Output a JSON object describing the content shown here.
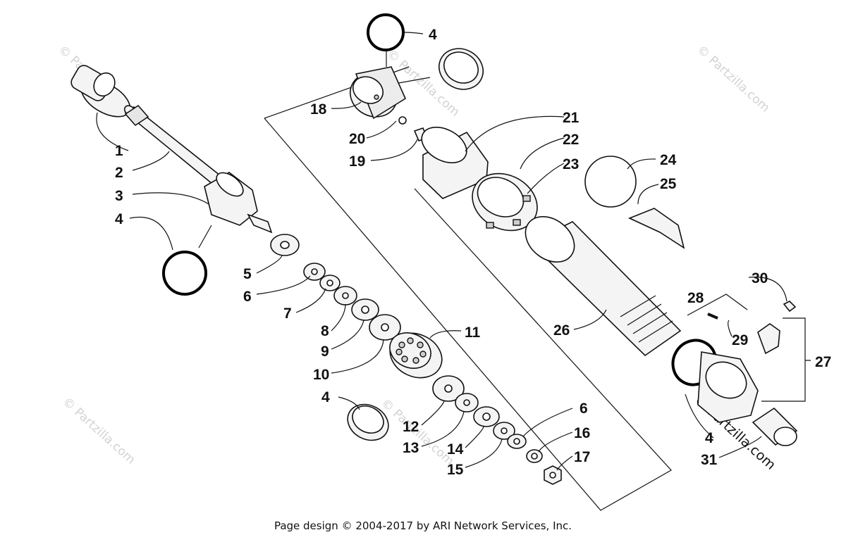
{
  "callouts": {
    "c1": "1",
    "c2": "2",
    "c3": "3",
    "c4a": "4",
    "c4b": "4",
    "c4c": "4",
    "c4d": "4",
    "c5": "5",
    "c6a": "6",
    "c6b": "6",
    "c7": "7",
    "c8": "8",
    "c9": "9",
    "c10": "10",
    "c11": "11",
    "c12": "12",
    "c13": "13",
    "c14": "14",
    "c15": "15",
    "c16": "16",
    "c17": "17",
    "c18": "18",
    "c19": "19",
    "c20": "20",
    "c21": "21",
    "c22": "22",
    "c23": "23",
    "c24": "24",
    "c25": "25",
    "c26": "26",
    "c27": "27",
    "c28": "28",
    "c29": "29",
    "c30": "30",
    "c31": "31"
  },
  "watermark": {
    "text": "© Partzilla.com",
    "bold_text": "© Partzilla.com"
  },
  "footer": {
    "text": "Page design © 2004-2017 by ARI Network Services, Inc."
  }
}
